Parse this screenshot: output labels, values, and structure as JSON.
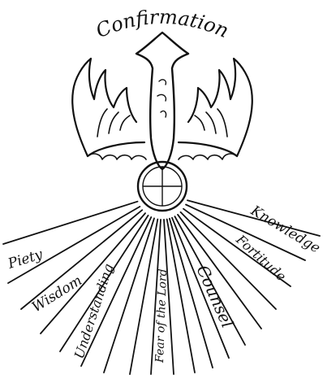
{
  "title": "Confirmation",
  "gifts": [
    "Piety",
    "Wisdom",
    "Understanding",
    "Fear of the Lord",
    "Counsel",
    "Fortitude",
    "Knowledge"
  ],
  "colors": {
    "ink": "#111111",
    "paper": "#ffffff"
  }
}
